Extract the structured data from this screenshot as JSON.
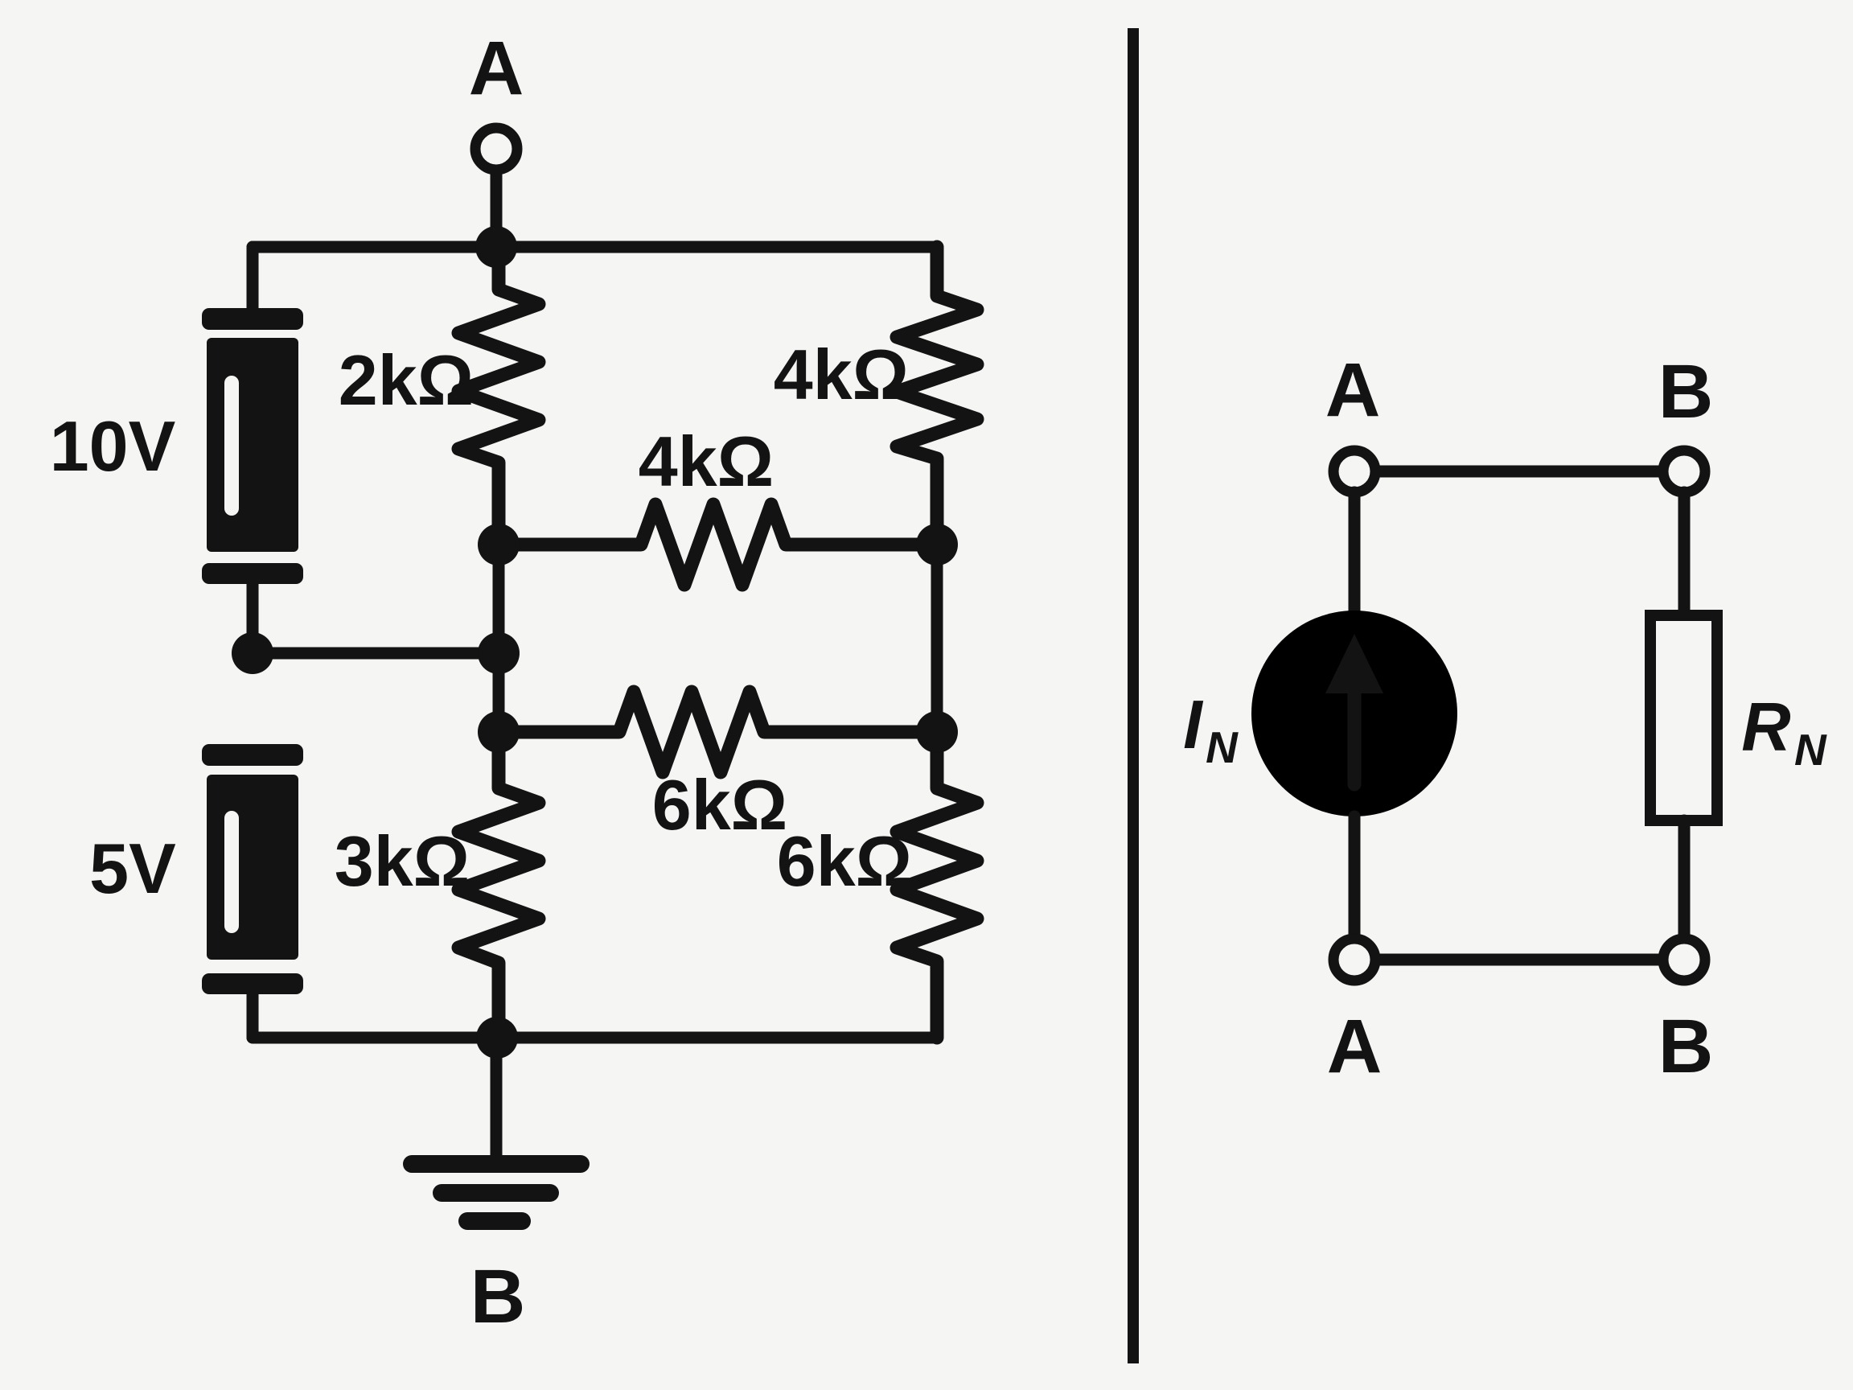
{
  "figure": {
    "description_hint": "Circuit diagram: source network (left) and Norton equivalent (right) separated by a vertical divider",
    "colors": {
      "background": "#f5f5f3",
      "ink": "#131313"
    }
  },
  "left_circuit": {
    "terminal_top_label": "A",
    "terminal_bottom_label": "B",
    "voltage_sources": [
      {
        "id": "v-10",
        "label": "10V"
      },
      {
        "id": "v-5",
        "label": "5V"
      }
    ],
    "resistors": [
      {
        "id": "r-2k-middle-top",
        "label": "2kΩ"
      },
      {
        "id": "r-4k-right-top",
        "label": "4kΩ"
      },
      {
        "id": "r-4k-horizontal",
        "label": "4kΩ"
      },
      {
        "id": "r-6k-horizontal",
        "label": "6kΩ"
      },
      {
        "id": "r-3k-middle-bottom",
        "label": "3kΩ"
      },
      {
        "id": "r-6k-right-bottom",
        "label": "6kΩ"
      }
    ]
  },
  "right_circuit": {
    "terminal_a_top_label": "A",
    "terminal_b_top_label": "B",
    "terminal_a_bottom_label": "A",
    "terminal_b_bottom_label": "B",
    "current_source": {
      "symbol": "I",
      "subscript": "N"
    },
    "norton_resistance": {
      "symbol": "R",
      "subscript": "N"
    }
  }
}
